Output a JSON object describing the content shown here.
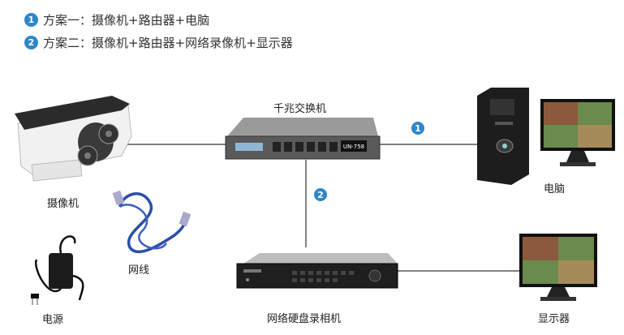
{
  "legend": [
    {
      "num": "1",
      "text": "方案一：摄像机+路由器+电脑"
    },
    {
      "num": "2",
      "text": "方案二：摄像机+路由器+网络录像机+显示器"
    }
  ],
  "devices": {
    "switch": "千兆交换机",
    "camera": "摄像机",
    "computer": "电脑",
    "cable": "网线",
    "power": "电源",
    "nvr": "网络硬盘录相机",
    "monitor": "显示器"
  },
  "switch_model": "UN-758",
  "links": {
    "computer_badge": "1",
    "nvr_badge": "2"
  },
  "colors": {
    "accent": "#2f86c8",
    "line": "#333333",
    "cable": "#2a4fa8"
  }
}
